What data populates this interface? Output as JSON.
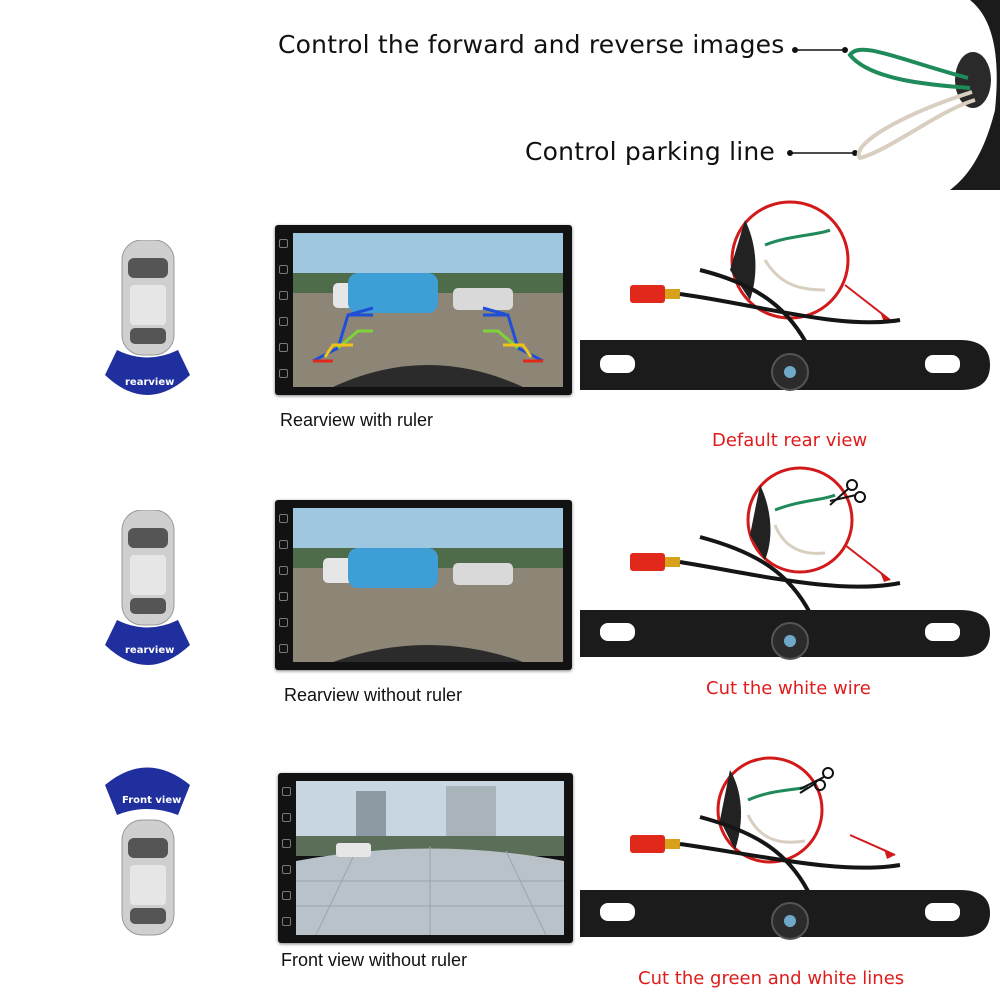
{
  "header": {
    "wire_label_1": "Control the forward and reverse images",
    "wire_label_2": "Control parking line"
  },
  "rows": [
    {
      "view_label": "rearview",
      "caption": "Rearview with ruler",
      "note": "Default rear view"
    },
    {
      "view_label": "rearview",
      "caption": "Rearview without ruler",
      "note": "Cut the white wire"
    },
    {
      "view_label": "Front view",
      "caption": "Front view without ruler",
      "note": "Cut the green and white lines"
    }
  ],
  "colors": {
    "accent_red": "#e01b1b",
    "view_blue": "#1f2f9e",
    "green_wire": "#1f8a5a",
    "white_wire": "#d8cfc0"
  }
}
